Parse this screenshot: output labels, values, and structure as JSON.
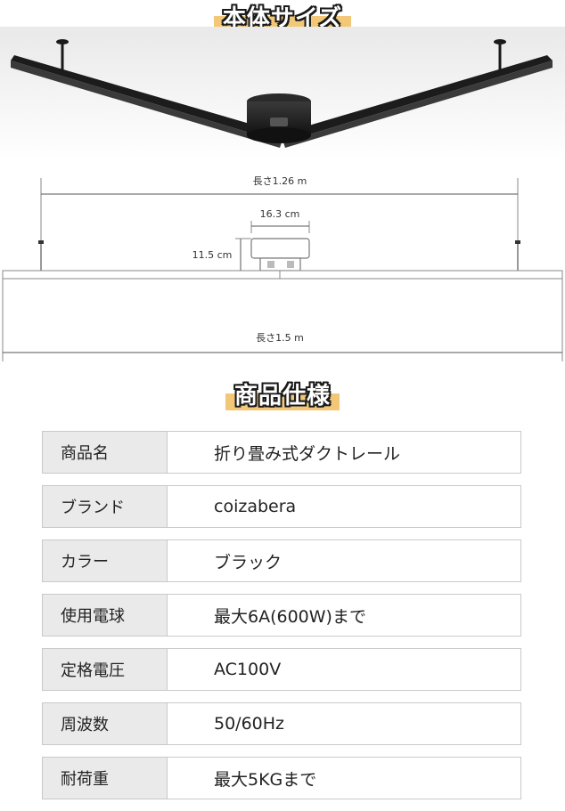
{
  "headings": {
    "size": "本体サイズ",
    "spec": "商品仕様"
  },
  "dimensions": {
    "total_length": "長さ1.26 m",
    "body_width": "16.3 cm",
    "body_height": "11.5 cm",
    "rail_length": "長さ1.5 m"
  },
  "spec": {
    "rows": [
      {
        "key": "商品名",
        "value": "折り畳み式ダクトレール"
      },
      {
        "key": "ブランド",
        "value": "coizabera"
      },
      {
        "key": "カラー",
        "value": "ブラック"
      },
      {
        "key": "使用電球",
        "value": "最大6A(600W)まで"
      },
      {
        "key": "定格電圧",
        "value": "AC100V"
      },
      {
        "key": "周波数",
        "value": "50/60Hz"
      },
      {
        "key": "耐荷重",
        "value": "最大5KGまで"
      }
    ]
  }
}
